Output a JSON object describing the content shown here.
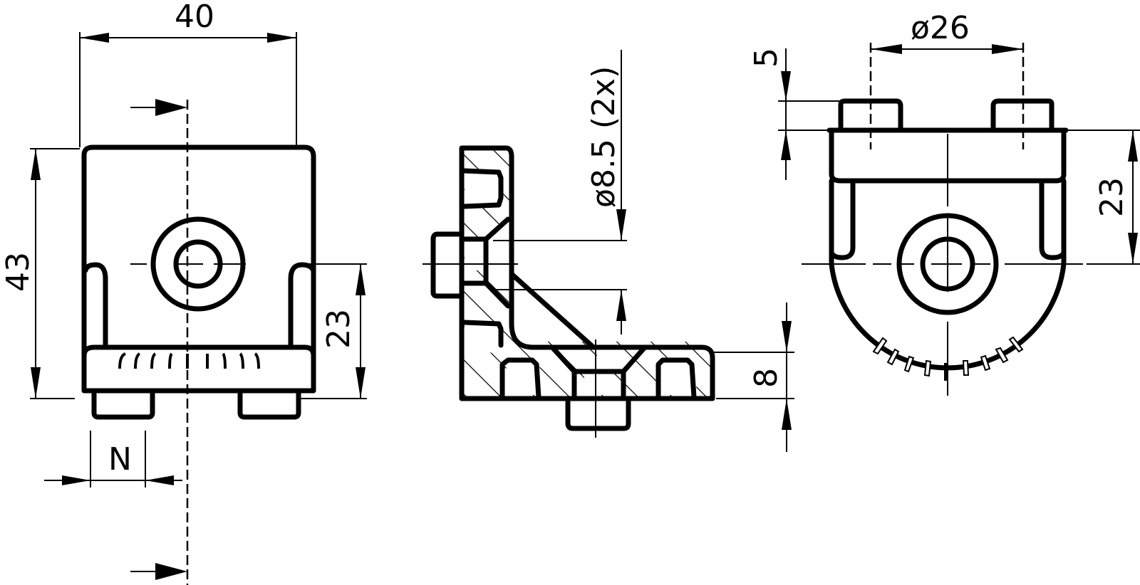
{
  "drawing": {
    "title": "Angle bracket technical drawing",
    "views": [
      "front-view",
      "section-view",
      "side-view"
    ],
    "colors": {
      "line": "#000000",
      "background": "#ffffff"
    }
  },
  "front_view": {
    "dim_width": "40",
    "dim_height": "43",
    "dim_hole_height": "23",
    "dim_slot": "N"
  },
  "section_view": {
    "dim_hole": "ø8.5 (2x)",
    "dim_thickness": "8"
  },
  "side_view": {
    "dim_bolt_circle": "ø26",
    "dim_lug_height": "5",
    "dim_hole_height": "23"
  }
}
